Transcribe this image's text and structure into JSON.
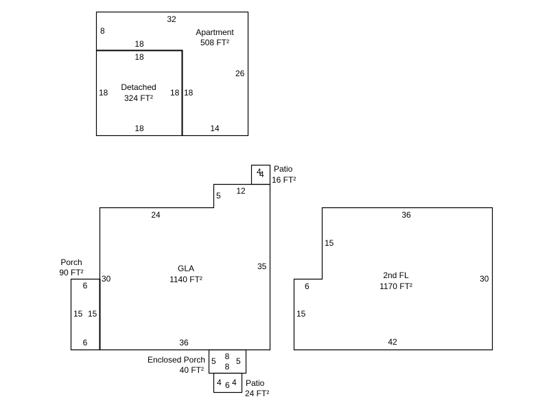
{
  "areas": {
    "apartment": {
      "name": "Apartment",
      "area": "508 FT²",
      "dims": [
        "32",
        "8",
        "18",
        "26",
        "14",
        "18"
      ]
    },
    "detached": {
      "name": "Detached",
      "area": "324 FT²",
      "dims": [
        "18",
        "18",
        "18",
        "18"
      ]
    },
    "patio_top": {
      "name": "Patio",
      "area": "16 FT²",
      "dims": [
        "4",
        "4"
      ]
    },
    "gla": {
      "name": "GLA",
      "area": "1140 FT²",
      "dims": [
        "24",
        "5",
        "12",
        "35",
        "30",
        "36"
      ]
    },
    "porch": {
      "name": "Porch",
      "area": "90 FT²",
      "dims": [
        "6",
        "15",
        "15",
        "6"
      ]
    },
    "enclosed_porch": {
      "name": "Enclosed Porch",
      "area": "40 FT²",
      "dims": [
        "5",
        "8",
        "8",
        "5"
      ]
    },
    "patio_bottom": {
      "name": "Patio",
      "area": "24 FT²",
      "dims": [
        "4",
        "6",
        "4"
      ]
    },
    "second_fl": {
      "name": "2nd FL",
      "area": "1170 FT²",
      "dims": [
        "36",
        "15",
        "6",
        "30",
        "15",
        "42"
      ]
    }
  }
}
